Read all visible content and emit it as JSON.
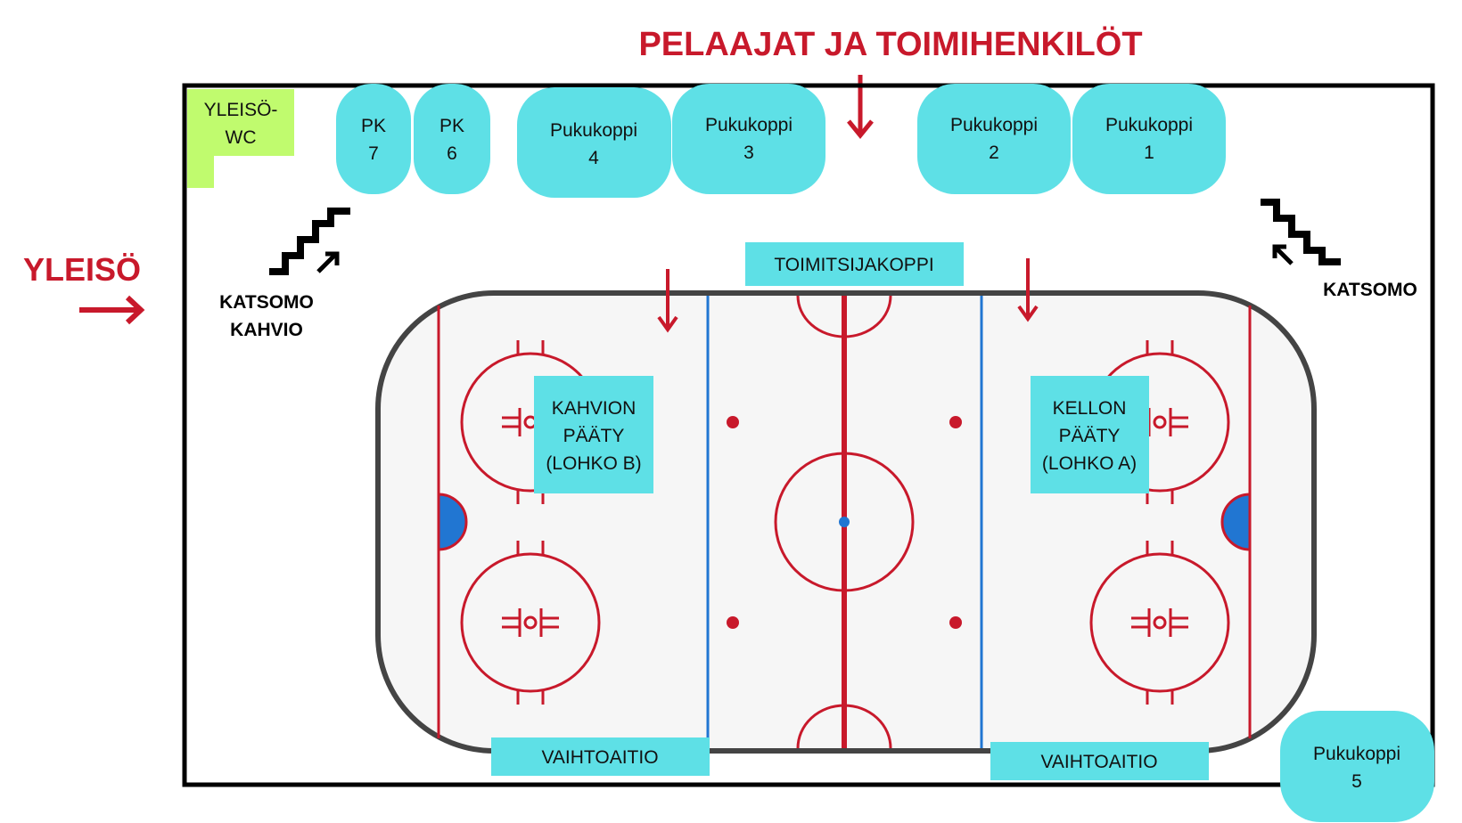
{
  "title": "PELAAJAT JA TOIMIHENKILÖT",
  "entrance": {
    "label": "YLEISÖ"
  },
  "wc": {
    "line1": "YLEISÖ-",
    "line2": "WC"
  },
  "rooms": [
    {
      "line1": "PK",
      "line2": "7"
    },
    {
      "line1": "PK",
      "line2": "6"
    },
    {
      "line1": "Pukukoppi",
      "line2": "4"
    },
    {
      "line1": "Pukukoppi",
      "line2": "3"
    },
    {
      "line1": "Pukukoppi",
      "line2": "2"
    },
    {
      "line1": "Pukukoppi",
      "line2": "1"
    },
    {
      "line1": "Pukukoppi",
      "line2": "5"
    }
  ],
  "stairs_left": {
    "line1": "KATSOMO",
    "line2": "KAHVIO"
  },
  "stairs_right": {
    "label": "KATSOMO"
  },
  "rink": {
    "officials_box": "TOIMITSIJAKOPPI",
    "end_b": {
      "line1": "KAHVION",
      "line2": "PÄÄTY",
      "line3": "(LOHKO B)"
    },
    "end_a": {
      "line1": "KELLON",
      "line2": "PÄÄTY",
      "line3": "(LOHKO A)"
    },
    "bench_left": "VAIHTOAITIO",
    "bench_right": "VAIHTOAITIO"
  },
  "colors": {
    "accent_red": "#c8192b",
    "room": "#5ee0e6",
    "wc": "#c0fb6e",
    "blue_line": "#2176d2"
  }
}
